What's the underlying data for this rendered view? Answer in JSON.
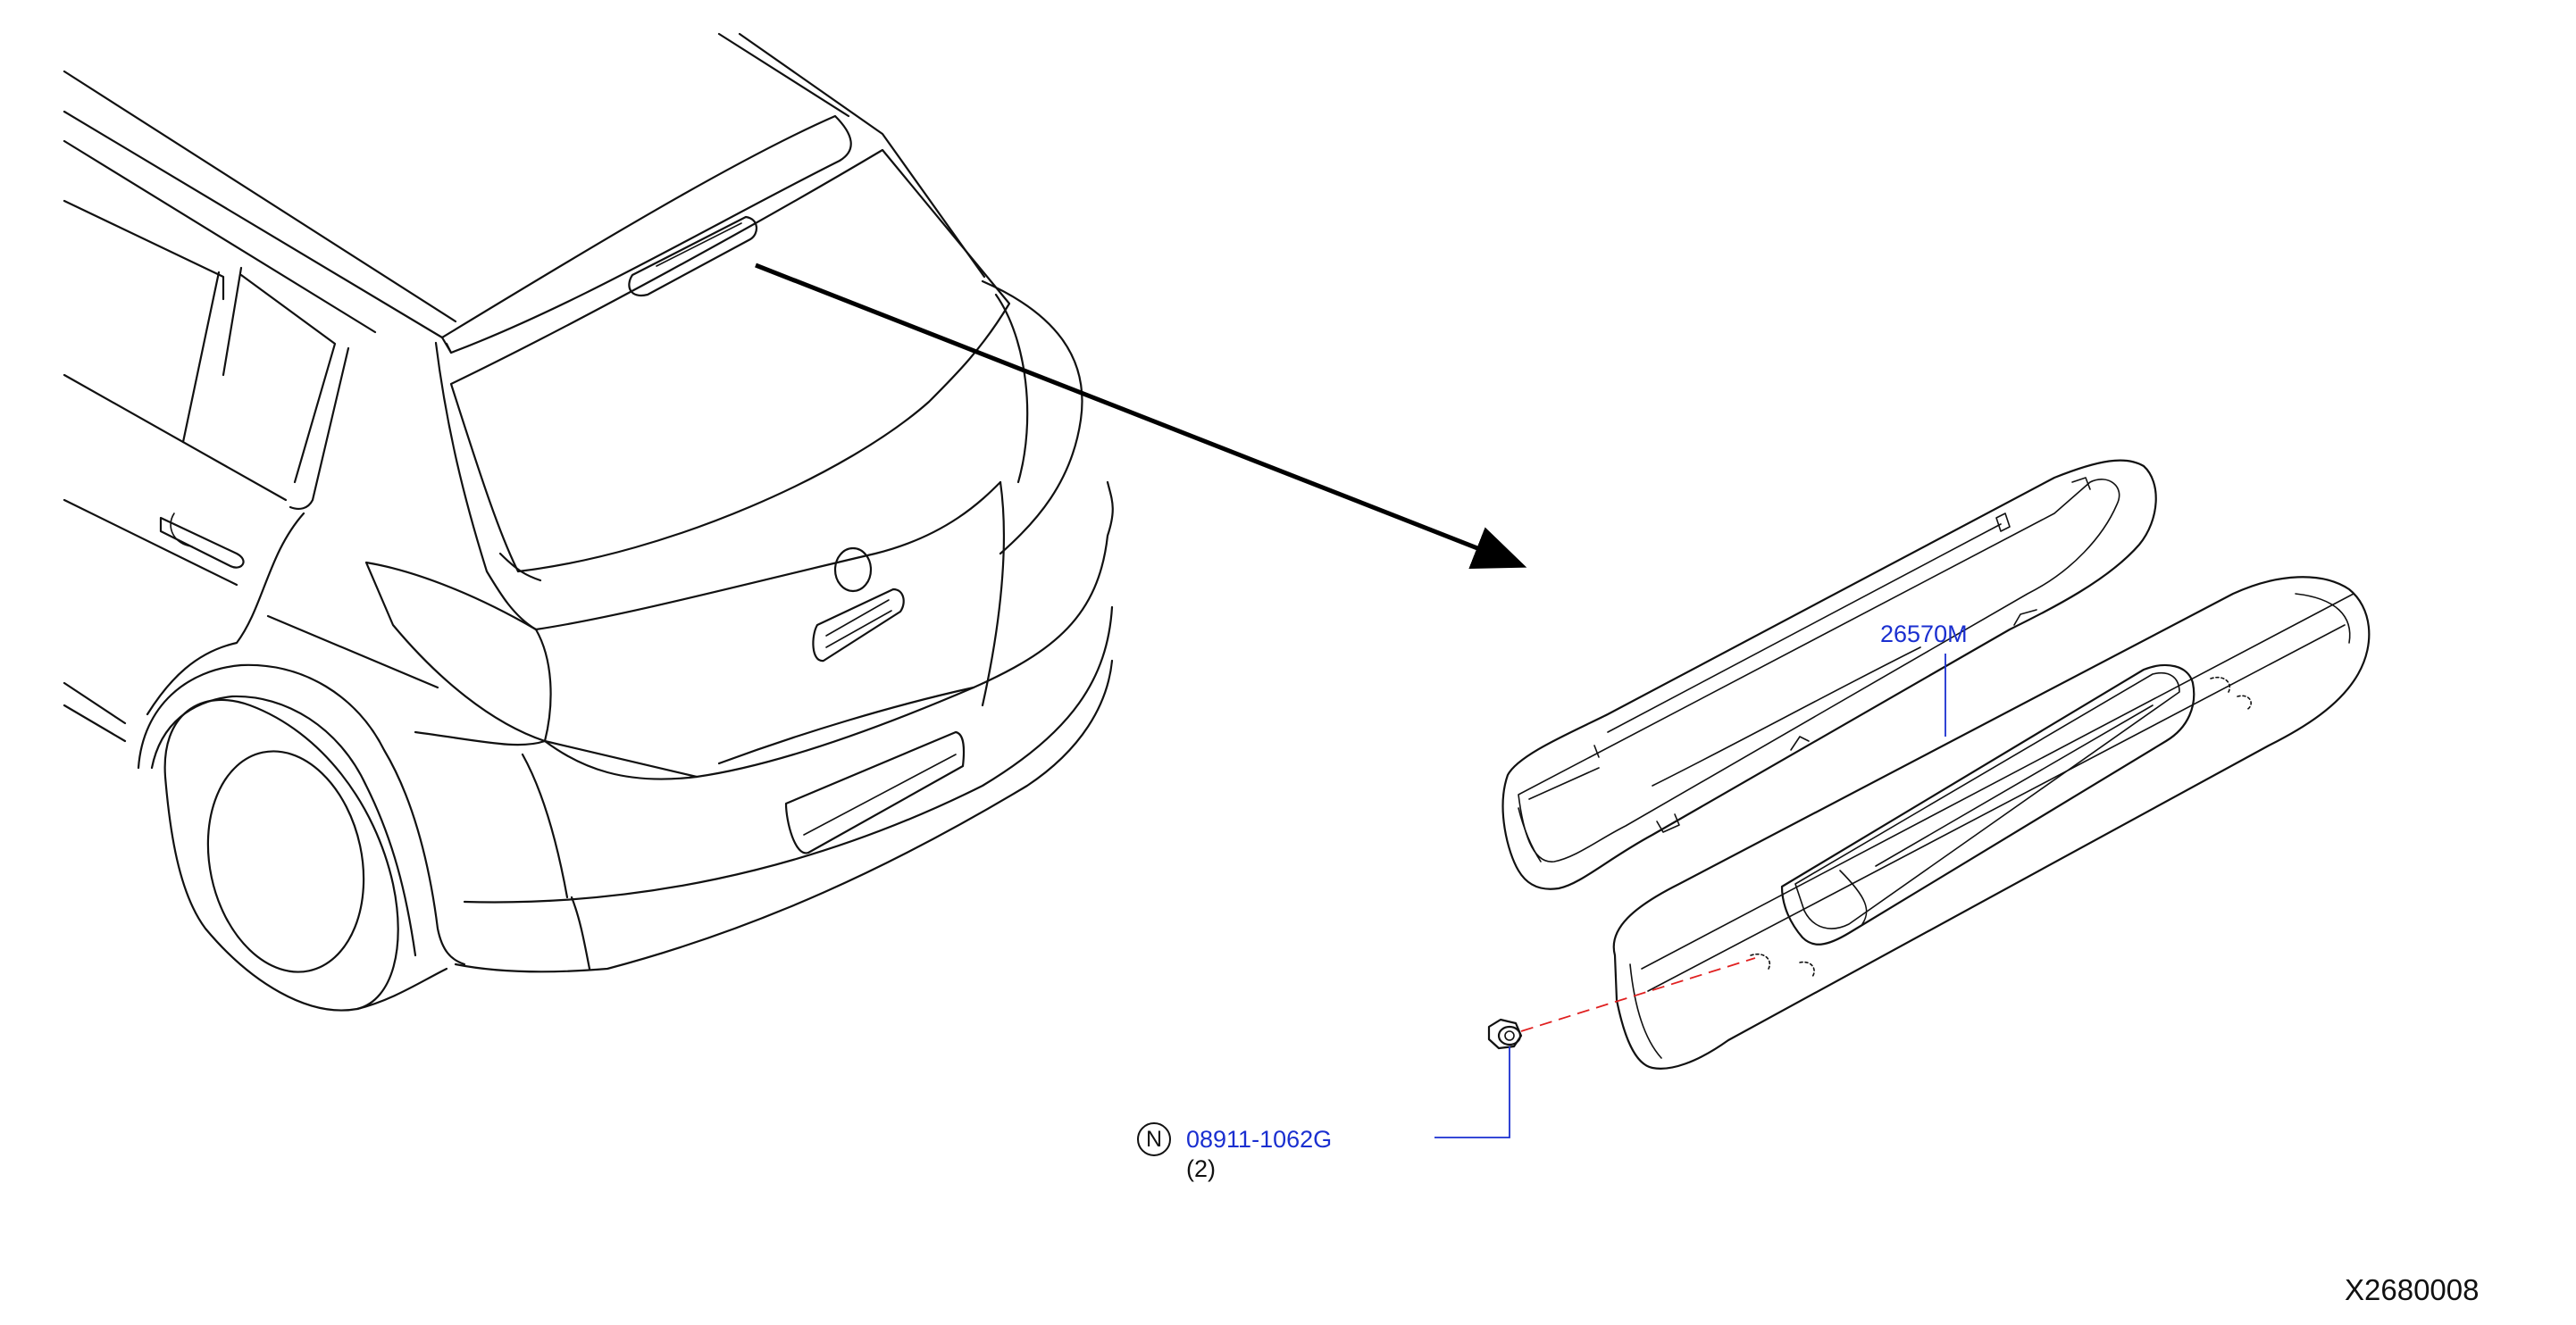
{
  "diagram": {
    "callouts": [
      {
        "part_number": "26570M"
      },
      {
        "part_number": "08911-1062G",
        "quantity": "(2)",
        "symbol": "N"
      }
    ],
    "diagram_id": "X2680008",
    "colors": {
      "part_number": "#1a2fd0",
      "leader_line": "#1a2fd0",
      "assembly_dash": "#e02020",
      "linework": "#111111"
    },
    "icons": {
      "callout_symbol": "n-circle-icon",
      "pointer": "arrow-icon"
    }
  }
}
